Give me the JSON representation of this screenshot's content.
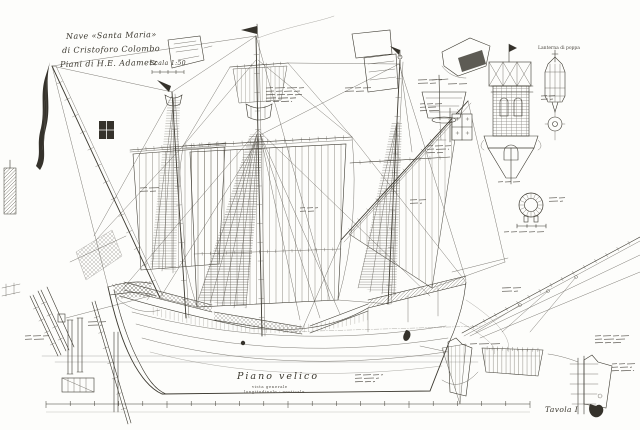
{
  "colors": {
    "paper": "#fdfdfb",
    "ink": "#3b382f",
    "faint": "#6e6a62"
  },
  "title_block": {
    "line1": "Nave «Santa Maria»",
    "line2": "di Cristoforo Colombo",
    "line3": "Piani di H.E. Adametz",
    "scale": "Scala 1:50"
  },
  "caption": {
    "title": "Piano velico",
    "subtitle1": "vista generale",
    "subtitle2": "longitudinale - verticale"
  },
  "labels": {
    "plate": "Tavola I",
    "stern_lantern": "Lanterna di poppa"
  }
}
